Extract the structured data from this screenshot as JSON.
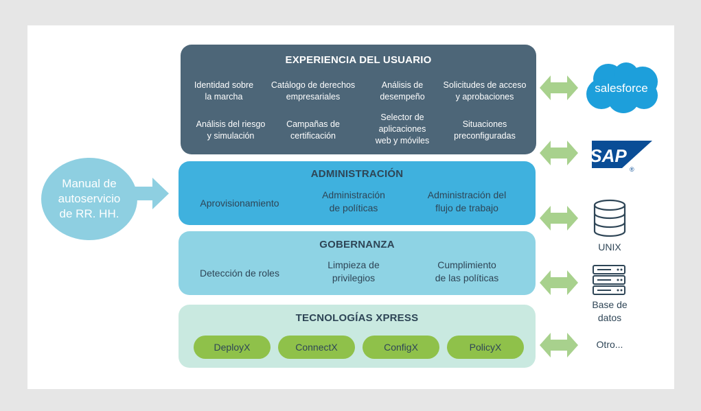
{
  "colors": {
    "ux_layer": "#4d6678",
    "admin_layer": "#3fb1de",
    "gov_layer": "#8ed3e4",
    "tech_layer": "#c9e9e0",
    "pill": "#8fc14a",
    "arrow": "#a8d18d",
    "hr_circle": "#8ecfe1",
    "salesforce": "#1d9fdb",
    "sap": "#0a4d96",
    "text_dark": "#2e4556"
  },
  "hr_portal": {
    "line1": "Manual de",
    "line2": "autoservicio",
    "line3": "de RR. HH."
  },
  "ux": {
    "title": "EXPERIENCIA DEL USUARIO",
    "cells": [
      {
        "l1": "Identidad sobre",
        "l2": "la marcha"
      },
      {
        "l1": "Catálogo de derechos",
        "l2": "empresariales"
      },
      {
        "l1": "Análisis de",
        "l2": "desempeño"
      },
      {
        "l1": "Solicitudes de acceso",
        "l2": "y aprobaciones"
      },
      {
        "l1": "Análisis del riesgo",
        "l2": "y simulación"
      },
      {
        "l1": "Campañas de",
        "l2": "certificación"
      },
      {
        "l1": "Selector de",
        "l2": "aplicaciones",
        "l3": "web y móviles"
      },
      {
        "l1": "Situaciones",
        "l2": "preconfiguradas"
      }
    ]
  },
  "admin": {
    "title": "ADMINISTRACIÓN",
    "cells": [
      {
        "l1": "Aprovisionamiento"
      },
      {
        "l1": "Administración",
        "l2": "de políticas"
      },
      {
        "l1": "Administración del",
        "l2": "flujo de trabajo"
      }
    ]
  },
  "gov": {
    "title": "GOBERNANZA",
    "cells": [
      {
        "l1": "Detección de roles"
      },
      {
        "l1": "Limpieza de",
        "l2": "privilegios"
      },
      {
        "l1": "Cumplimiento",
        "l2": "de las políticas"
      }
    ]
  },
  "tech": {
    "title": "TECNOLOGÍAS XPRESS",
    "pills": [
      "DeployX",
      "ConnectX",
      "ConfigX",
      "PolicyX"
    ]
  },
  "right": {
    "salesforce_logo": "salesforce",
    "sap_logo": "SAP",
    "sap_reg": "®",
    "unix_label": "UNIX",
    "db_label_1": "Base de",
    "db_label_2": "datos",
    "other_label": "Otro..."
  },
  "icons": [
    "salesforce-logo",
    "sap-logo",
    "database-icon",
    "server-rack-icon",
    "double-arrow-icon",
    "right-arrow-icon"
  ]
}
